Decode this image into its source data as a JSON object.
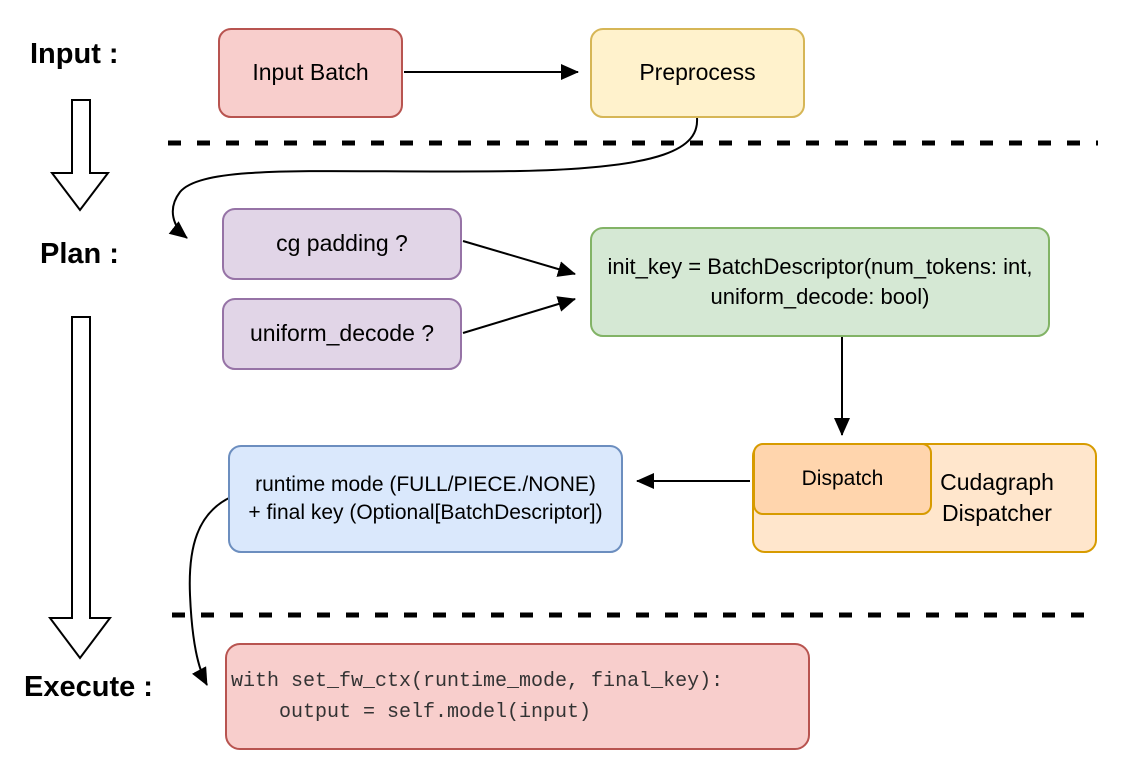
{
  "labels": {
    "input": "Input :",
    "plan": "Plan :",
    "execute": "Execute :"
  },
  "nodes": {
    "input_batch": {
      "label": "Input Batch"
    },
    "preprocess": {
      "label": "Preprocess"
    },
    "cg_padding": {
      "label": "cg padding ?"
    },
    "uniform_decode": {
      "label": "uniform_decode ?"
    },
    "init_key": {
      "line1": "init_key = BatchDescriptor(num_tokens: int,",
      "line2": "uniform_decode: bool)"
    },
    "dispatch": {
      "label": "Dispatch"
    },
    "cudagraph_dispatcher": {
      "label": "Cudagraph Dispatcher"
    },
    "runtime_mode": {
      "line1": "runtime mode (FULL/PIECE./NONE)",
      "line2": "+ final key (Optional[BatchDescriptor])"
    },
    "execute_code": {
      "line1": "with set_fw_ctx(runtime_mode, final_key):",
      "line2": "    output = self.model(input)"
    }
  },
  "colors": {
    "pink_fill": "#f8cecc",
    "pink_stroke": "#b85450",
    "yellow_fill": "#fff2cc",
    "yellow_stroke": "#d6b656",
    "purple_fill": "#e1d5e7",
    "purple_stroke": "#9673a6",
    "green_fill": "#d5e8d4",
    "green_stroke": "#82b366",
    "orange_fill": "#ffe6cc",
    "orange_dark_fill": "#ffd5ad",
    "orange_stroke": "#d79b00",
    "blue_fill": "#dae8fc",
    "blue_stroke": "#6c8ebf",
    "connector": "#000000"
  }
}
